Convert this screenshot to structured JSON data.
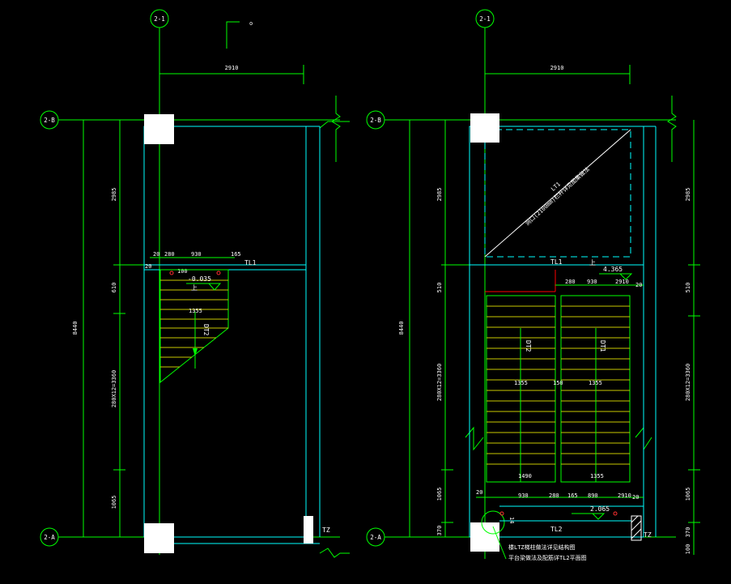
{
  "colors": {
    "background": "#000000",
    "axis_line": "#00ff00",
    "wall": "#00ffff",
    "dimension": "#ffffff",
    "stair_tread": "#ffff00",
    "stair_outline": "#00ff00",
    "beam_edge": "#ff0000",
    "column": "#ffffff"
  },
  "left_plan": {
    "axis_top": "2-1",
    "axis_b": "2-B",
    "axis_a": "2-A",
    "dim_top": "2910",
    "dim_total": "8440",
    "dim_upper": "2985",
    "dim_landing": "610",
    "dim_flight": "280X12=3360",
    "dim_lower": "1065",
    "dim_detail": [
      "20",
      "280",
      "930",
      "165",
      "100",
      "20"
    ],
    "beam_label": "TL1",
    "elevation": "-0.035",
    "up_label": "上",
    "stair_label": "DT2",
    "width_label": "1355",
    "tz_label": "TZ",
    "corner_mark": "o"
  },
  "right_plan": {
    "axis_top": "2-1",
    "axis_b": "2-B",
    "axis_a": "2-A",
    "dim_top": "2910",
    "dim_total": "8440",
    "dim_upper": "2985",
    "dim_landing": "510",
    "dim_flight": "280X12=3360",
    "dim_lower": "1065",
    "dim_right_upper": "2985",
    "dim_right_landing": "510",
    "dim_right_flight": "280X12=3360",
    "dim_right_lower": "1065",
    "dim_right_bottom": "370",
    "dim_right_end": "100",
    "dim_left_bottom": "370",
    "beam_label_top": "TL1",
    "beam_label_bottom": "TL2",
    "elevation_top": "4.365",
    "elevation_bottom": "2.065",
    "up_label": "上",
    "dim_landing_detail": [
      "280",
      "930",
      "2910",
      "20"
    ],
    "dim_bottom_detail": [
      "20",
      "930",
      "280",
      "165",
      "890",
      "2910",
      "20"
    ],
    "stair_left": "DT2",
    "stair_right": "DT1",
    "width_left": "1355",
    "width_mid": "150",
    "width_right": "1355",
    "width_left_low": "1490",
    "width_right_low": "1355",
    "opening_note": "洞口(2100mm)栏杆详见图集做法",
    "opening_mark": "LT1",
    "note_line1": "楼LTZ梯柱做法详见结构图",
    "note_line2": "平台梁做法及配筋详TL2平面图",
    "mark_14": "14",
    "tz_label": "TZ"
  }
}
